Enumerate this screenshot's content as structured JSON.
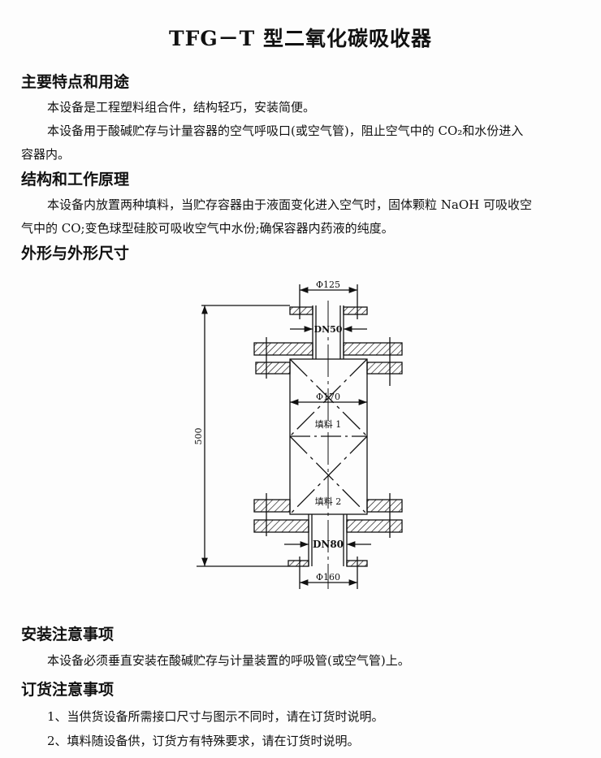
{
  "title": "TFG－T 型二氧化碳吸收器",
  "sections": {
    "features": {
      "heading": "主要特点和用途",
      "lines": [
        "本设备是工程塑料组合件，结构轻巧，安装简便。",
        "本设备用于酸碱贮存与计量容器的空气呼吸口(或空气管)，阻止空气中的 CO₂和水份进入",
        "容器内。"
      ]
    },
    "principle": {
      "heading": "结构和工作原理",
      "lines": [
        "本设备内放置两种填料，当贮存容器由于液面变化进入空气时，固体颗粒 NaOH 可吸收空",
        "气中的 CO;变色球型硅胶可吸收空气中水份;确保容器内药液的纯度。"
      ]
    },
    "dimensions": {
      "heading": "外形与外形尺寸"
    },
    "installation": {
      "heading": "安装注意事项",
      "lines": [
        "本设备必须垂直安装在酸碱贮存与计量装置的呼吸管(或空气管)上。"
      ]
    },
    "ordering": {
      "heading": "订货注意事项",
      "lines": [
        "1、当供货设备所需接口尺寸与图示不同时，请在订货时说明。",
        "2、填料随设备供，订货方有特殊要求，请在订货时说明。"
      ]
    }
  },
  "diagram": {
    "top_flange_dia": "Φ125",
    "top_pipe": "DN50",
    "body_dia": "Φ170",
    "filler1": "填料 1",
    "filler2": "填料 2",
    "bottom_pipe": "DN80",
    "bottom_flange_dia": "Φ160",
    "height": "500"
  }
}
